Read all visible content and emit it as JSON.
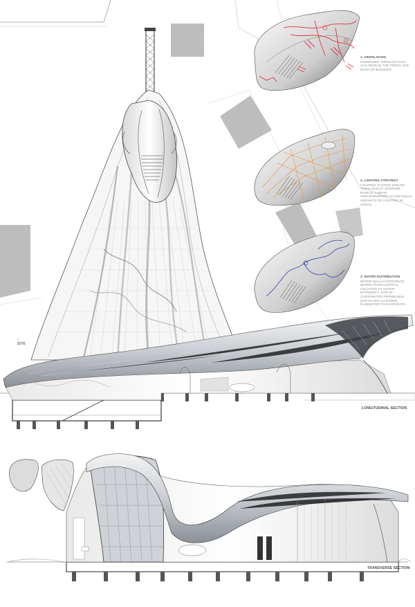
{
  "notes": [
    {
      "title": "1. VENTILATION",
      "body": "DISPERSED THROUGH HVAC SYS-TEMS IN THE FRONT AND BACK OF BUILDING."
    },
    {
      "title": "2. LIGHTING STRATEGY",
      "body": "LIGHTING SYSTEM STRUNG THROUGHOUT INTERIOR PANELS. LINEAR ARRANGEMENTS ALLOW EQUAL AMOUNTS OF LIGHTING IN AREAS."
    },
    {
      "title": "3. WATER DISTRIBUTION",
      "body": "WATER WALLS DISTRIBUTE WATER FROM CENTRAL LOCATION TO OUTER EXTREMITY. SITE IN-CORPORATES PERMEABLE SUR-FACES ALLOWING RAINWATER TO EVAPORATE."
    }
  ],
  "site_label_small": "N",
  "site_label": "SITE",
  "longitudinal_label": "LONGITUDINAL SECTION",
  "transverse_label": "TRANSVERSE SECTION",
  "colors": {
    "ventilation": "#e0303a",
    "lighting": "#e8953a",
    "water": "#2d3f9e",
    "site_block": "#bdbdbd"
  }
}
